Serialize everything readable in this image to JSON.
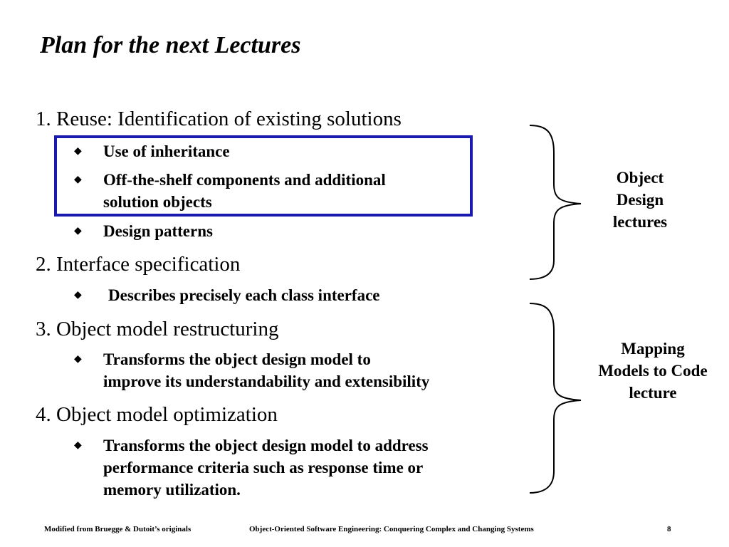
{
  "slide": {
    "title": "Plan for the next Lectures",
    "sections": [
      {
        "heading": "1. Reuse: Identification of existing solutions",
        "bullets": [
          [
            "Use of inheritance"
          ],
          [
            "Off-the-shelf components and additional",
            "solution objects"
          ],
          [
            "Design patterns"
          ]
        ]
      },
      {
        "heading": "2. Interface specification",
        "bullets": [
          [
            "Describes precisely each class interface"
          ]
        ]
      },
      {
        "heading": "3. Object model restructuring",
        "bullets": [
          [
            "Transforms the object design model to",
            "improve its understandability and extensibility"
          ]
        ]
      },
      {
        "heading": "4. Object model optimization",
        "bullets": [
          [
            "Transforms the object design model to address",
            "performance criteria such as response time or",
            "memory utilization."
          ]
        ]
      }
    ],
    "bullet_symbol": "◆",
    "side_labels": [
      [
        "Object",
        "Design",
        "lectures"
      ],
      [
        "Mapping",
        "Models to Code",
        "lecture"
      ]
    ],
    "highlight_color": "#1a1ab0"
  },
  "footer": {
    "left": "Modified from Bruegge & Dutoit’s originals",
    "center": "Object-Oriented Software Engineering: Conquering Complex and Changing Systems",
    "page_number": "8"
  }
}
